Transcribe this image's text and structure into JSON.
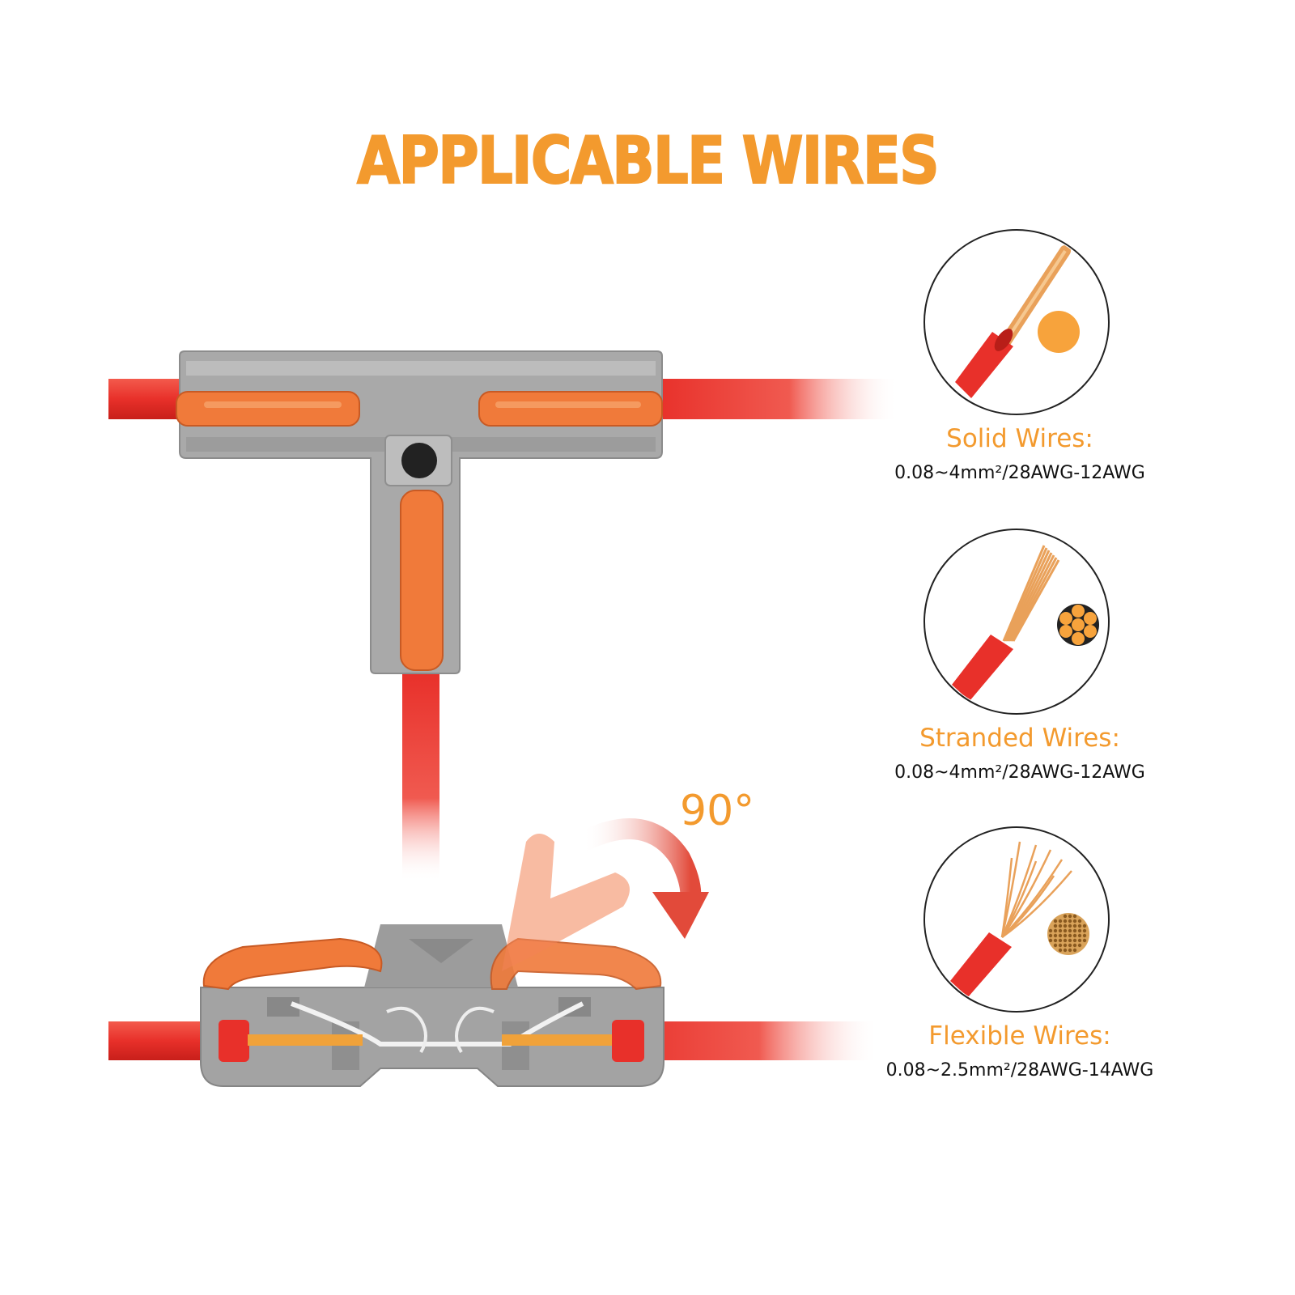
{
  "title": "APPLICABLE WIRES",
  "rotation_label": "90°",
  "colors": {
    "accent": "#f39a2e",
    "wire_red": "#e8302a",
    "housing_grey": "#a8a8a8",
    "lever_orange": "#f07a3a",
    "copper": "#e9a15a"
  },
  "wire_types": [
    {
      "name": "Solid Wires:",
      "spec": "0.08~4mm²/28AWG-12AWG",
      "icon": "solid-wire-icon"
    },
    {
      "name": "Stranded Wires:",
      "spec": "0.08~4mm²/28AWG-12AWG",
      "icon": "stranded-wire-icon"
    },
    {
      "name": "Flexible Wires:",
      "spec": "0.08~2.5mm²/28AWG-14AWG",
      "icon": "flexible-wire-icon"
    }
  ]
}
